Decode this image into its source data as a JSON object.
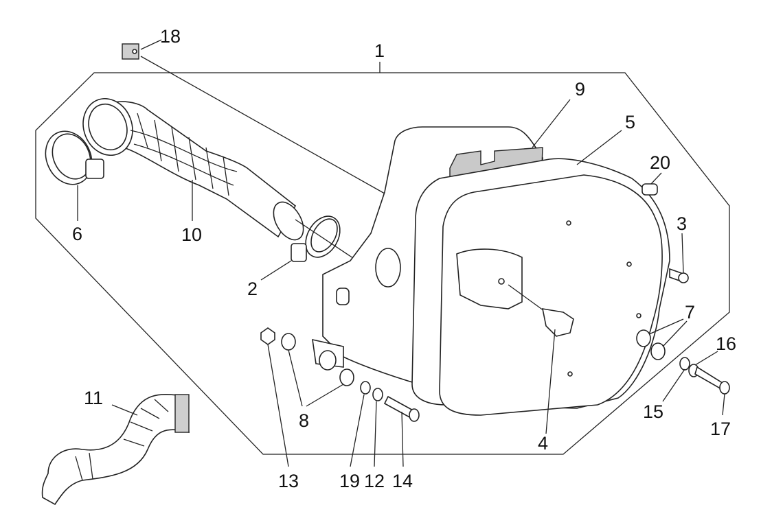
{
  "diagram": {
    "title": "Air filter assembly exploded view",
    "labels": {
      "p1": "1",
      "p2": "2",
      "p3": "3",
      "p4": "4",
      "p5": "5",
      "p6": "6",
      "p7": "7",
      "p8": "8",
      "p9": "9",
      "p10": "10",
      "p11": "11",
      "p12": "12",
      "p13": "13",
      "p14": "14",
      "p15": "15",
      "p16": "16",
      "p17": "17",
      "p18": "18",
      "p19": "19",
      "p20": "20"
    }
  }
}
